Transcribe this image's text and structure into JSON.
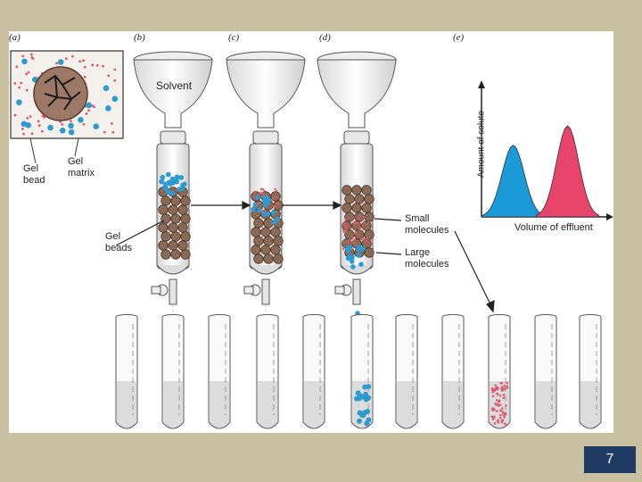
{
  "panels": [
    "(a)",
    "(b)",
    "(c)",
    "(d)",
    "(e)"
  ],
  "labels": {
    "gel_bead": "Gel\nbead",
    "gel_matrix": "Gel\nmatrix",
    "gel_beads": "Gel\nbeads",
    "solvent": "Solvent",
    "small_molecules": "Small\nmolecules",
    "large_molecules": "Large\nmolecules"
  },
  "chart_data": {
    "type": "area",
    "xlabel": "Volume of effluent",
    "ylabel": "Amount of solute",
    "series": [
      {
        "color": "#1a9ad6",
        "peak_x": 0.25,
        "peak_y": 0.55
      },
      {
        "color": "#e8436b",
        "peak_x": 0.68,
        "peak_y": 0.7
      }
    ]
  },
  "colors": {
    "large_molecule": "#2b9bd2",
    "small_molecule": "#e05a6e",
    "bead": "#8b6a55",
    "slide_bg": "#c8c0a0",
    "page_box": "#1f3b63"
  },
  "page_number": "7"
}
